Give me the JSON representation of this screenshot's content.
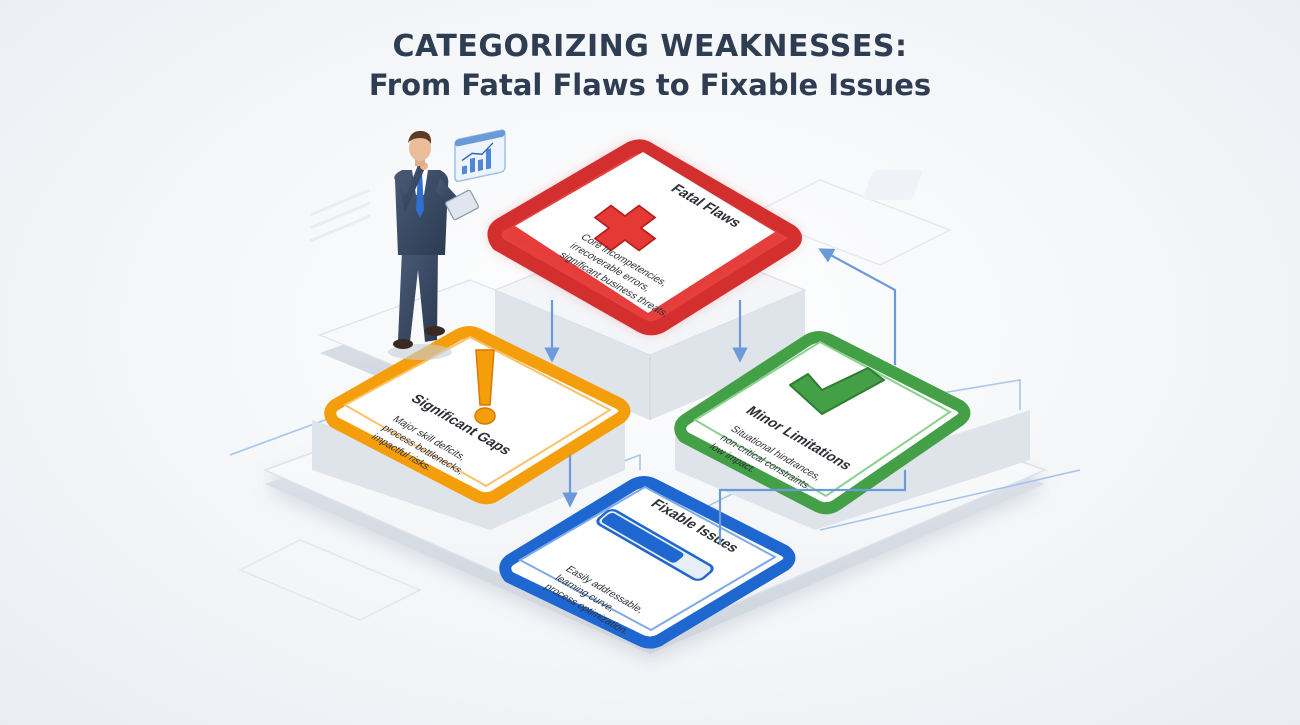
{
  "title": {
    "line1": "CATEGORIZING WEAKNESSES:",
    "line2": "From Fatal Flaws to Fixable Issues"
  },
  "cards": {
    "fatal": {
      "title": "Fatal Flaws",
      "desc": [
        "Core incompetencies,",
        "irrecoverable errors,",
        "significant business threats."
      ],
      "color": "#e53935",
      "icon": "x-icon"
    },
    "significant": {
      "title": "Significant Gaps",
      "desc": [
        "Major skill deficits,",
        "process bottlenecks,",
        "impactful risks."
      ],
      "color": "#f59e0b",
      "icon": "exclamation-icon"
    },
    "minor": {
      "title": "Minor Limitations",
      "desc": [
        "Situational hindrances,",
        "non-critical constraints,",
        "low impact."
      ],
      "color": "#43a047",
      "icon": "checkmark-icon"
    },
    "fixable": {
      "title": "Fixable Issues",
      "desc": [
        "Easily addressable,",
        "learning curve,",
        "process optimization."
      ],
      "color": "#1e66d0",
      "icon": "progress-bar-icon",
      "progress": 0.75
    }
  }
}
